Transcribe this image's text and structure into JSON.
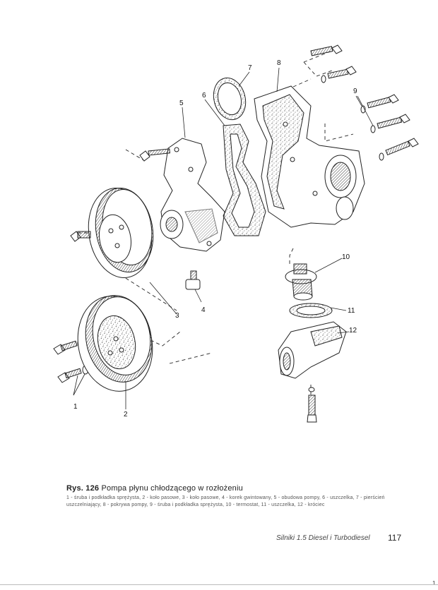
{
  "figure": {
    "callouts": [
      "1",
      "2",
      "3",
      "4",
      "5",
      "6",
      "7",
      "8",
      "9",
      "10",
      "11",
      "12"
    ]
  },
  "caption": {
    "figure_number": "Rys. 126",
    "title": "Pompa płynu chłodzącego w rozłożeniu",
    "legend": "1 - śruba i podkładka sprężysta, 2 - koło pasowe, 3 - koło pasowe, 4 - korek gwintowany, 5 - obudowa pompy, 6 - uszczelka, 7 - pierścień uszczelniający, 8 - pokrywa pompy, 9 - śruba i podkładka sprężysta, 10 - termostat, 11 - uszczelka, 12 - króciec"
  },
  "footer": {
    "running_title": "Silniki 1.5 Diesel i Turbodiesel",
    "page_number": "117",
    "corner_mark": "1"
  }
}
